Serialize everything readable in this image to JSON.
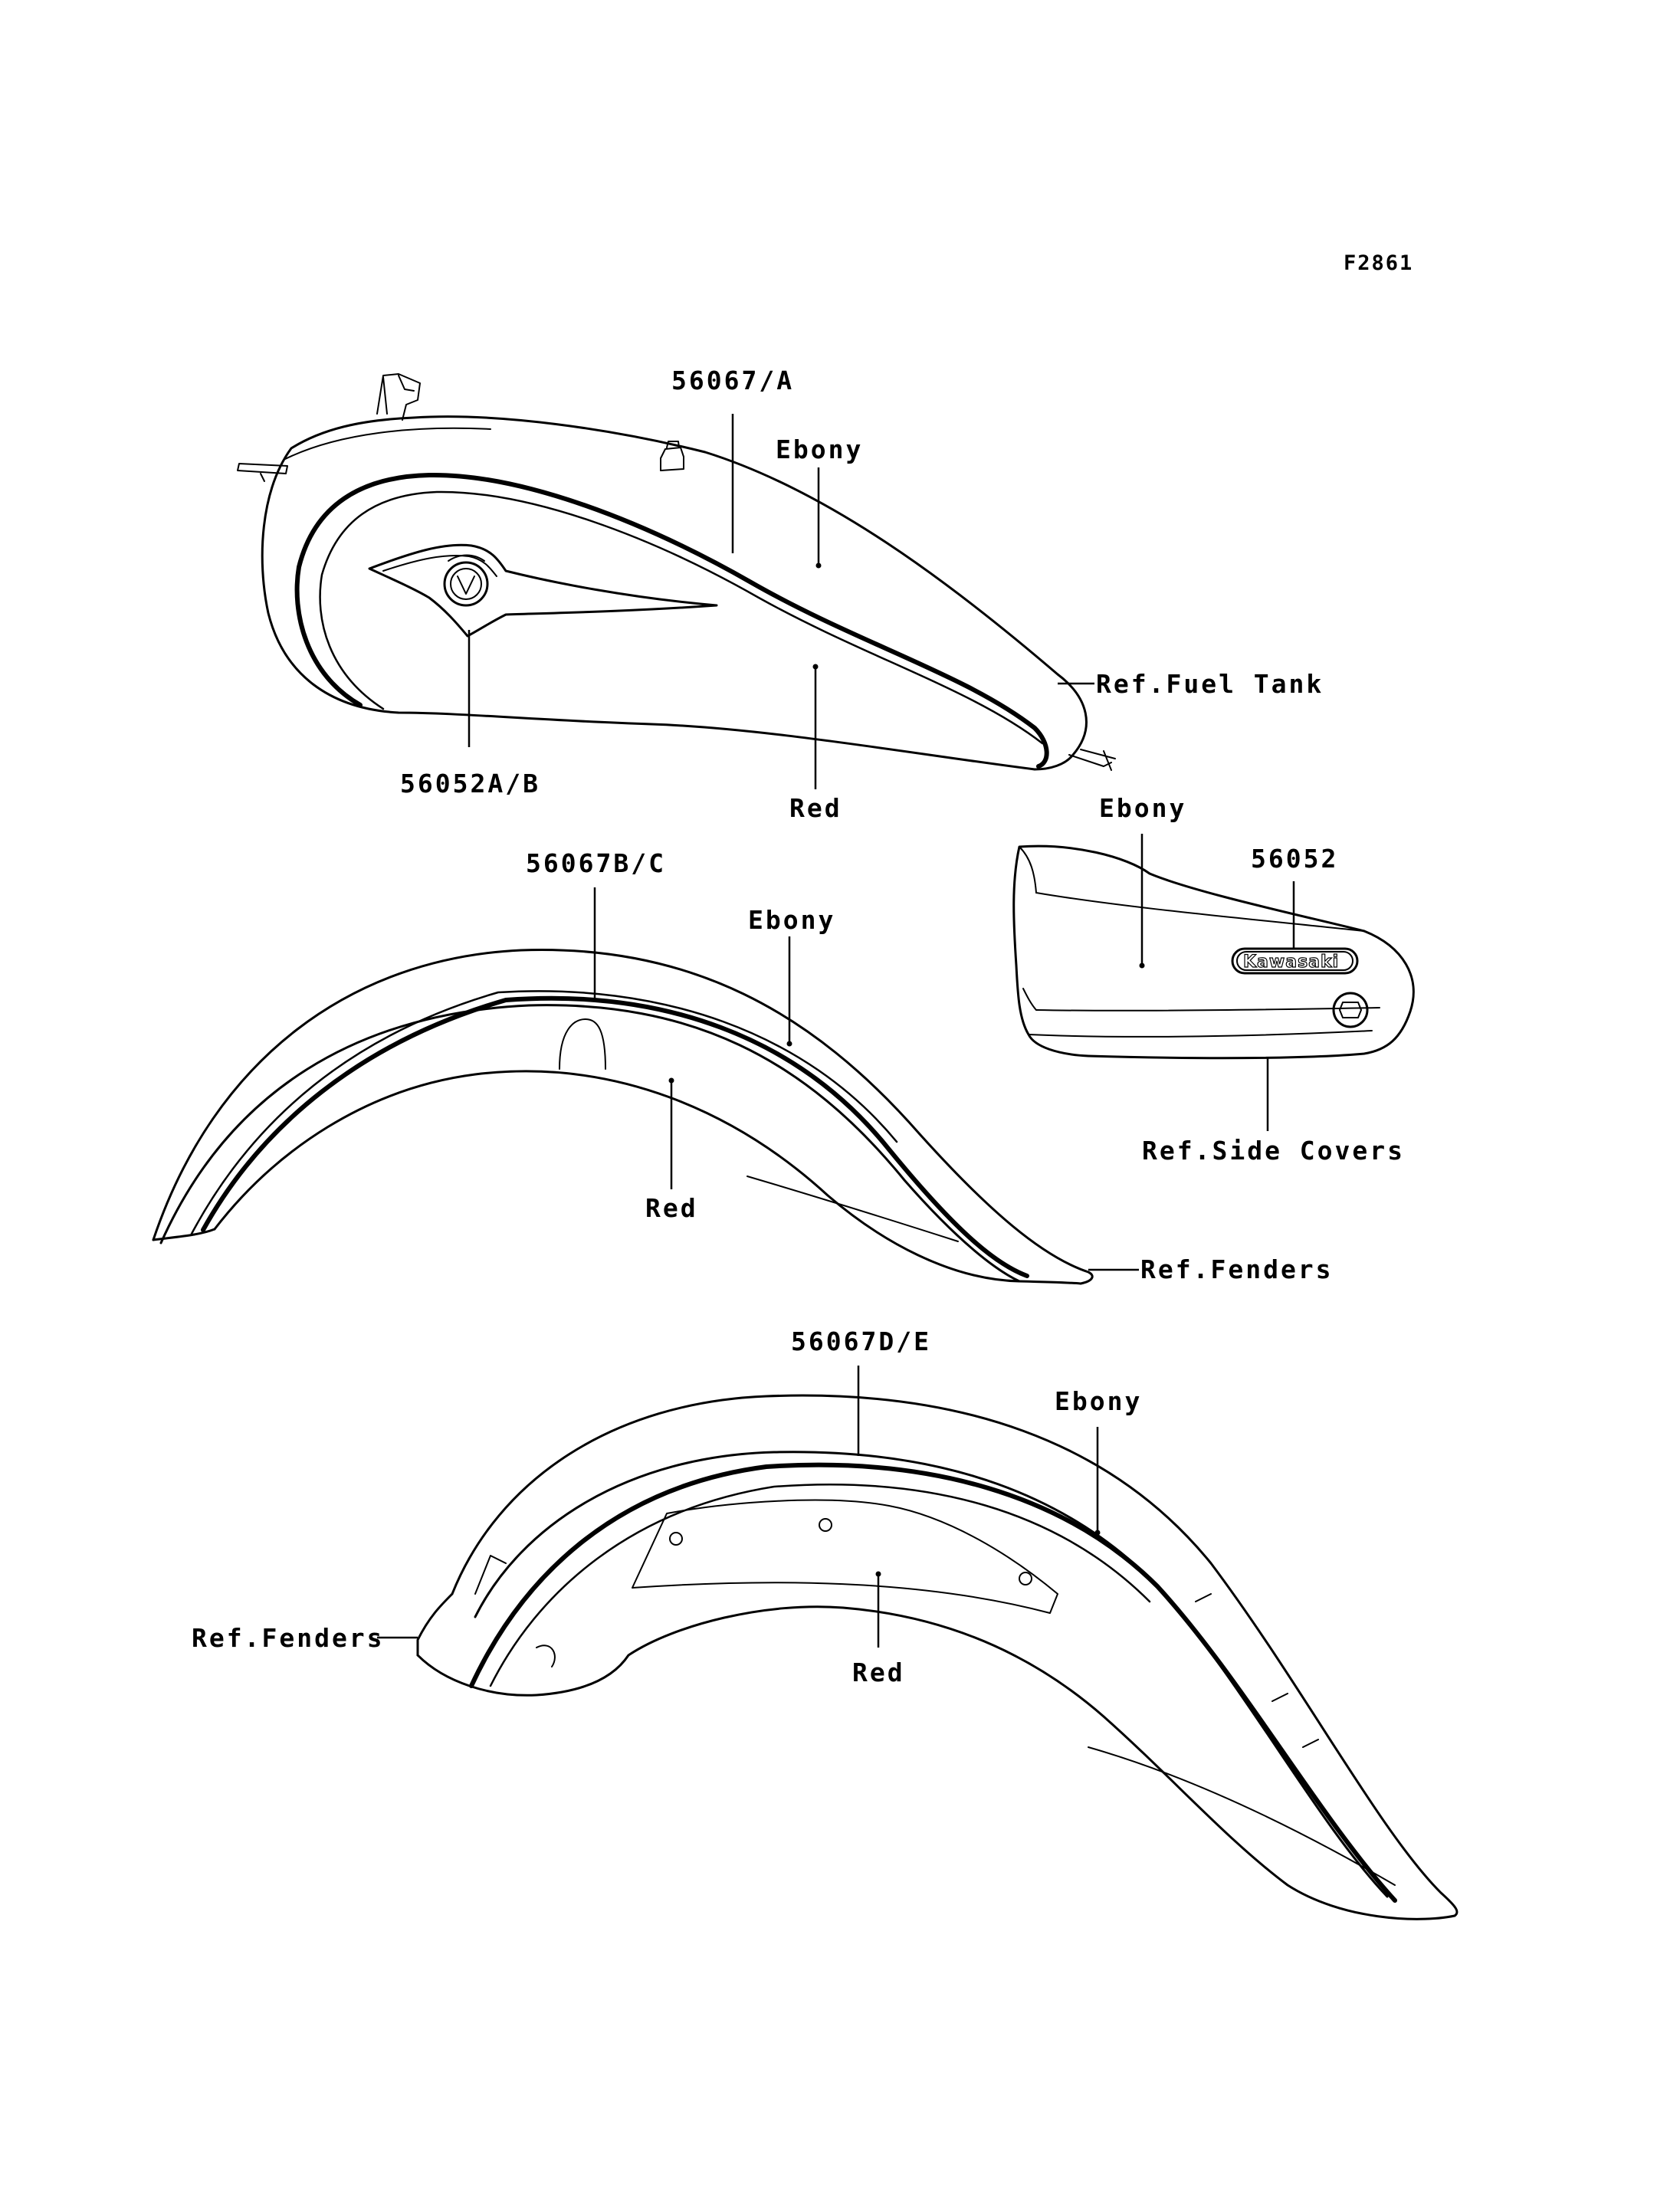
{
  "figure_id": "F2861",
  "fuel_tank": {
    "part_label": "56067/A",
    "emblem_label": "56052A/B",
    "ebony_label": "Ebony",
    "red_label": "Red",
    "ref_label": "Ref.Fuel Tank"
  },
  "side_cover": {
    "ebony_label": "Ebony",
    "part_label": "56052",
    "logo_text": "Kawasaki",
    "ref_label": "Ref.Side Covers"
  },
  "front_fender": {
    "part_label": "56067B/C",
    "ebony_label": "Ebony",
    "red_label": "Red",
    "ref_label": "Ref.Fenders"
  },
  "rear_fender": {
    "part_label": "56067D/E",
    "ebony_label": "Ebony",
    "red_label": "Red",
    "ref_label": "Ref.Fenders"
  }
}
